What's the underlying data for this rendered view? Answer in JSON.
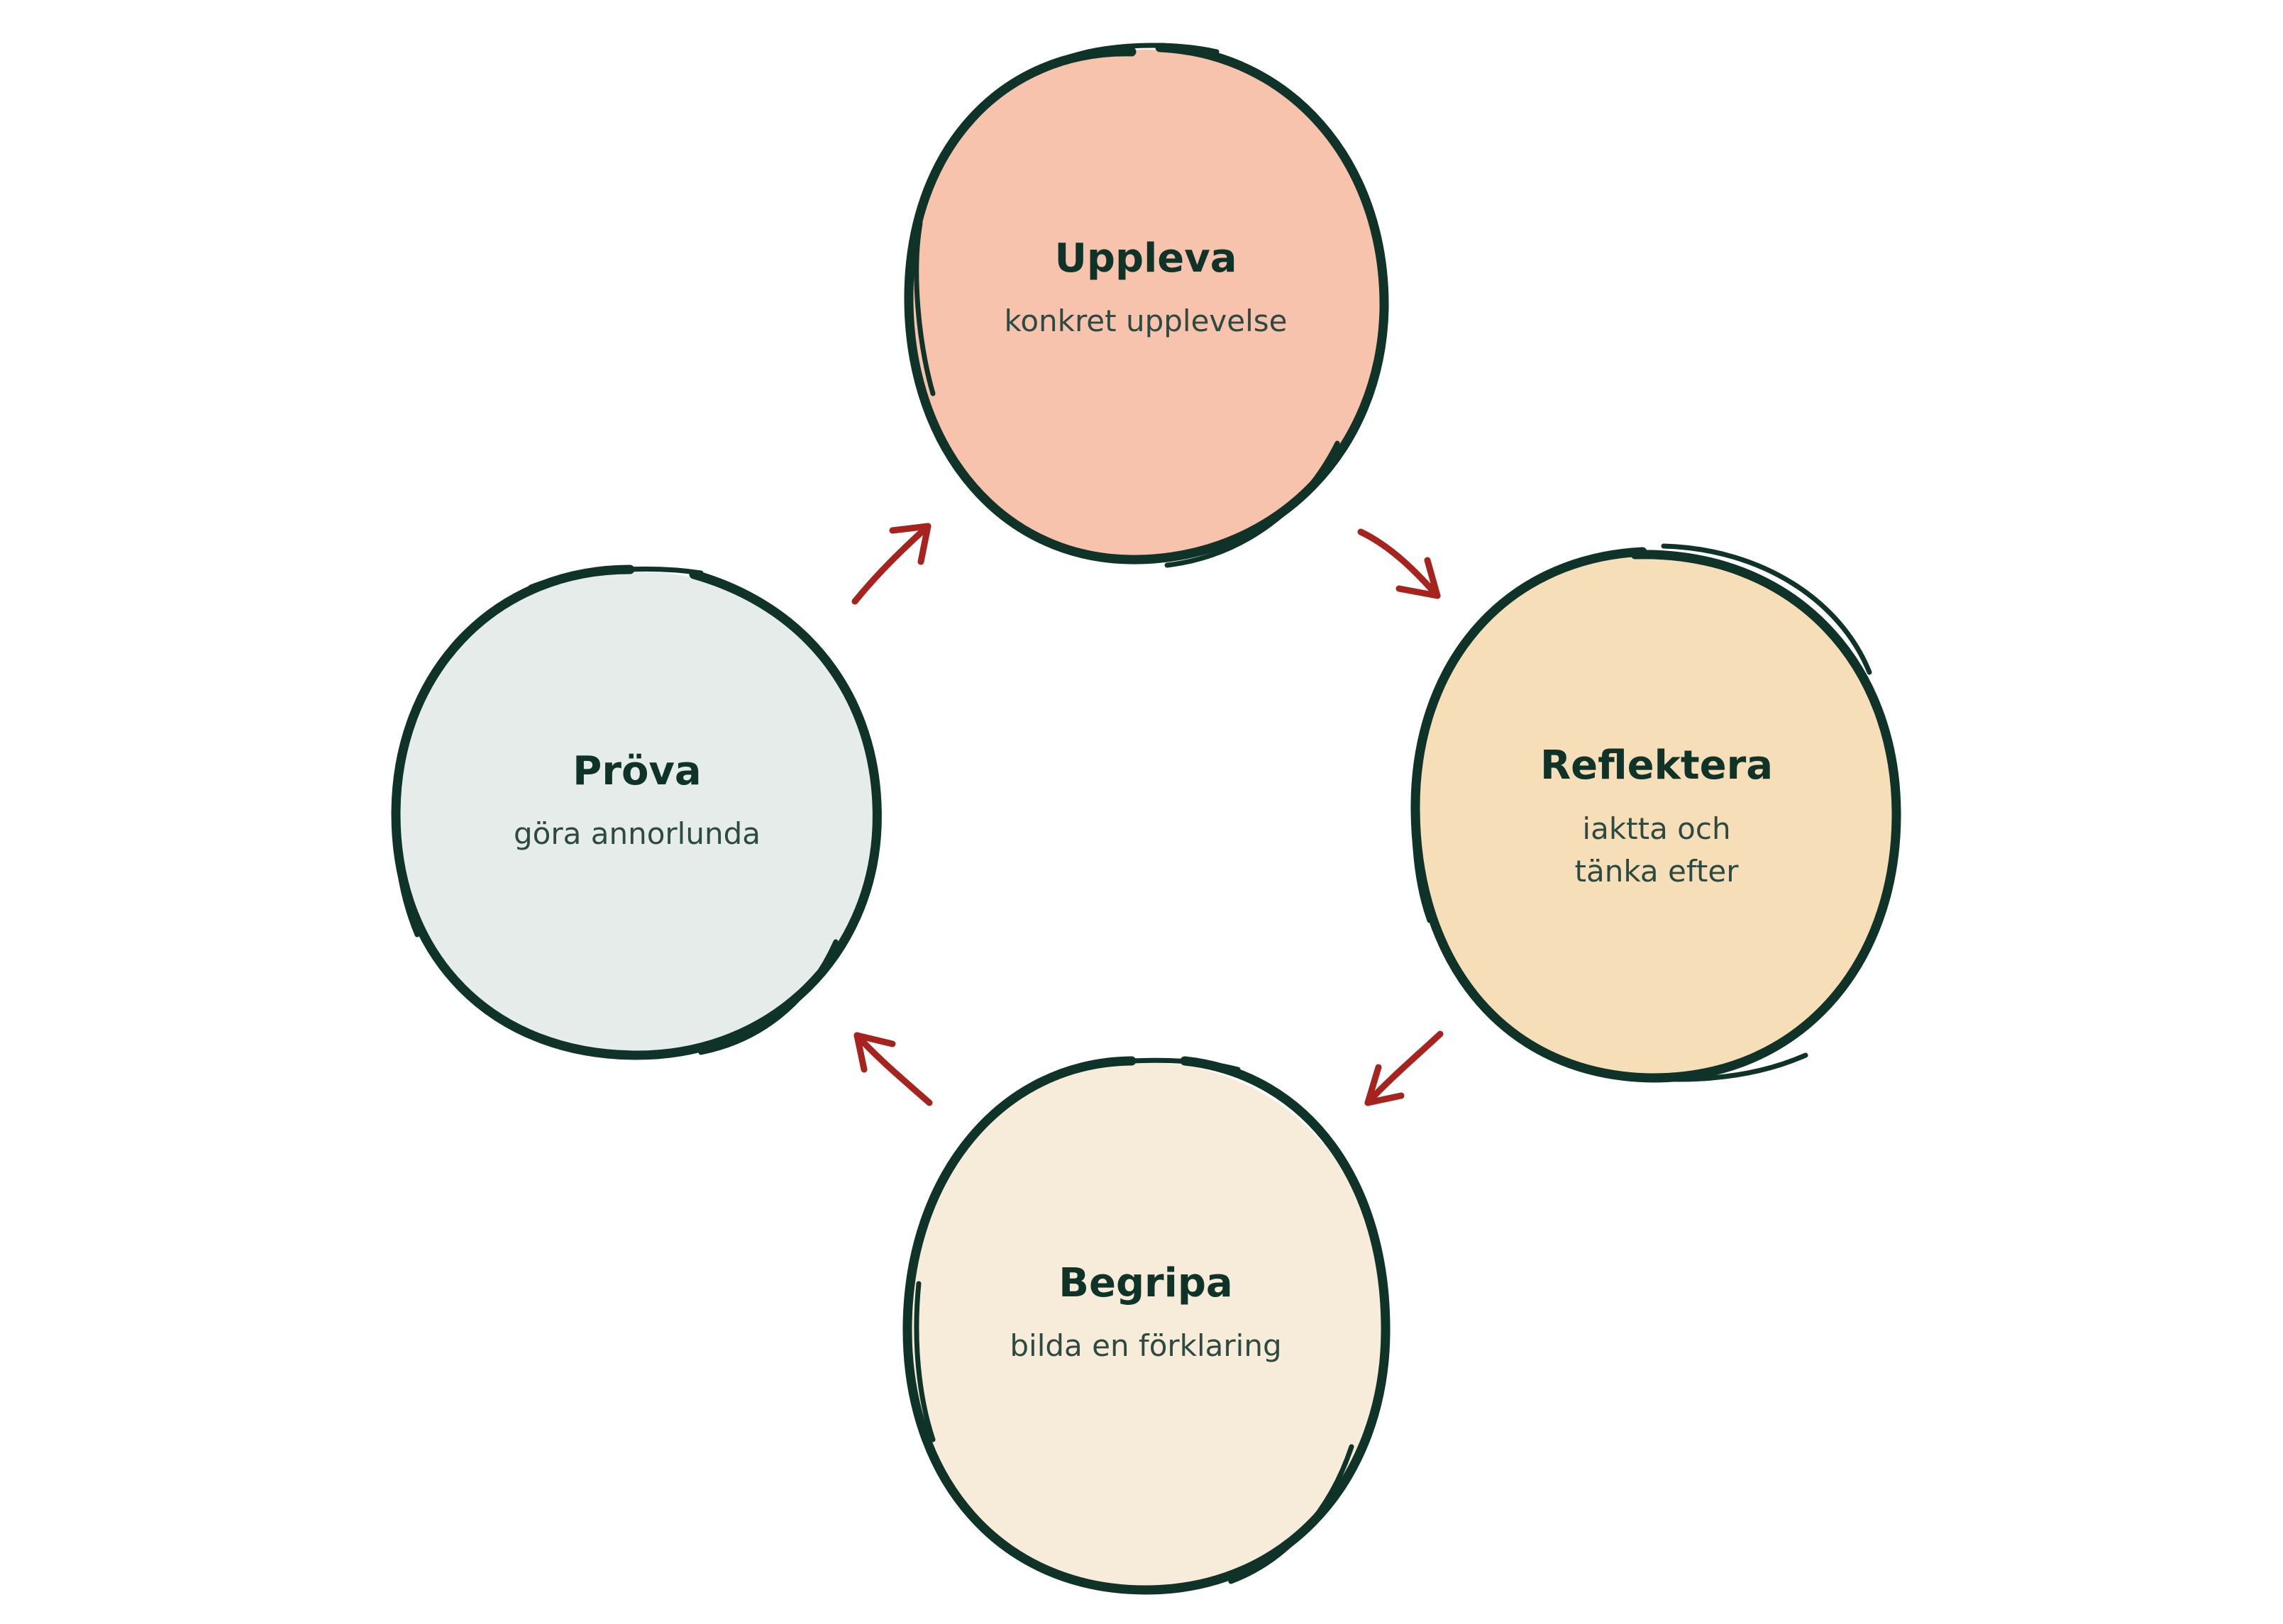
{
  "stages": {
    "uppleva": {
      "title": "Uppleva",
      "subtitle_lines": [
        "konkret upplevelse"
      ],
      "fill": "#f8c3ad"
    },
    "reflektera": {
      "title": "Reflektera",
      "subtitle_lines": [
        "iaktta och",
        "tänka efter"
      ],
      "fill": "#f6dfb8"
    },
    "begripa": {
      "title": "Begripa",
      "subtitle_lines": [
        "bilda en förklaring"
      ],
      "fill": "#f7ebd9"
    },
    "prova": {
      "title": "Pröva",
      "subtitle_lines": [
        "göra annorlunda"
      ],
      "fill": "#e5ece9"
    }
  },
  "cycle_order": [
    "uppleva",
    "reflektera",
    "begripa",
    "prova"
  ],
  "colors": {
    "outline": "#0f3329",
    "arrow": "#a7231d",
    "title_text": "#0f3329",
    "subtitle_text": "#2d4a42"
  }
}
